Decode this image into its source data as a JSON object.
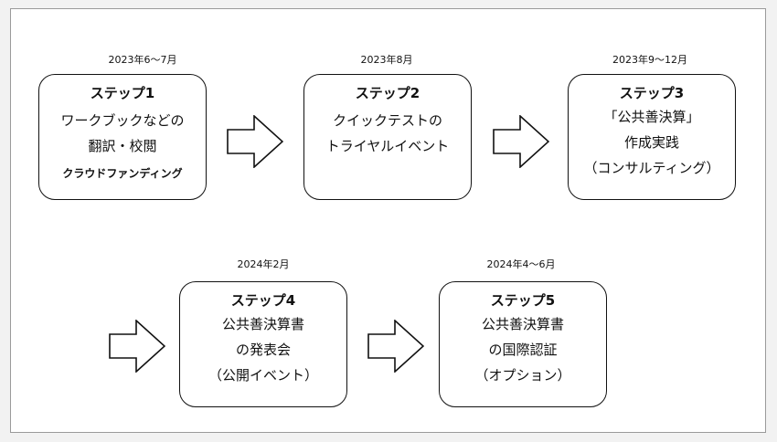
{
  "steps": [
    {
      "date": "2023年6〜7月",
      "title": "ステップ1",
      "lines": [
        "ワークブックなどの",
        "翻訳・校閲"
      ],
      "note": "クラウドファンディング"
    },
    {
      "date": "2023年8月",
      "title": "ステップ2",
      "lines": [
        "クイックテストの",
        "トライヤルイベント"
      ]
    },
    {
      "date": "2023年9〜12月",
      "title": "ステップ3",
      "lines": [
        "「公共善決算」",
        "作成実践",
        "（コンサルティング）"
      ]
    },
    {
      "date": "2024年2月",
      "title": "ステップ4",
      "lines": [
        "公共善決算書",
        "の発表会",
        "（公開イベント）"
      ]
    },
    {
      "date": "2024年4〜6月",
      "title": "ステップ5",
      "lines": [
        "公共善決算書",
        "の国際認証",
        "（オプション）"
      ]
    }
  ]
}
